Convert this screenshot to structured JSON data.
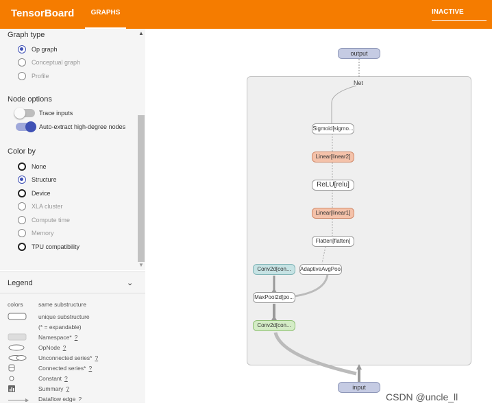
{
  "header": {
    "brand": "TensorBoard",
    "tab_graphs": "GRAPHS",
    "inactive": "INACTIVE"
  },
  "colors": {
    "header": "#f57c00",
    "accent": "#3f51b5",
    "linear": "#f4c2aa",
    "io": "#c5cbe3",
    "conv_structure_a": "#c6e3e4",
    "conv_structure_b": "#d4ecc6"
  },
  "sidebar": {
    "graph_type": {
      "title": "Graph type",
      "options": [
        "Op graph",
        "Conceptual graph",
        "Profile"
      ],
      "selected": "Op graph"
    },
    "node_options": {
      "title": "Node options",
      "trace_inputs": "Trace inputs",
      "auto_extract": "Auto-extract high-degree nodes",
      "trace_inputs_on": false,
      "auto_extract_on": true
    },
    "color_by": {
      "title": "Color by",
      "options": [
        "None",
        "Structure",
        "Device",
        "XLA cluster",
        "Compute time",
        "Memory",
        "TPU compatibility"
      ],
      "selected": "Structure"
    }
  },
  "legend": {
    "title": "Legend",
    "colors_key": "colors",
    "same_substructure": "same substructure",
    "unique_substructure": "unique substructure",
    "expandable": "(* = expandable)",
    "namespace": "Namespace*",
    "opnode": "OpNode",
    "unconnected": "Unconnected series*",
    "connected": "Connected series*",
    "constant": "Constant",
    "summary": "Summary",
    "dataflow": "Dataflow edge",
    "help": "?"
  },
  "graph": {
    "net_label": "Net",
    "nodes": {
      "output": "output",
      "sigmoid": "Sigmoid[sigmo...",
      "linear2": "Linear[linear2]",
      "relu": "ReLU[relu]",
      "linear1": "Linear[linear1]",
      "flatten": "Flatten[flatten]",
      "adaptive": "AdaptiveAvgPoo...",
      "conv_a": "Conv2d[con...",
      "maxpool": "MaxPool2d[po...",
      "conv_b": "Conv2d[con...",
      "input": "input"
    }
  },
  "watermark": "CSDN @uncle_ll"
}
